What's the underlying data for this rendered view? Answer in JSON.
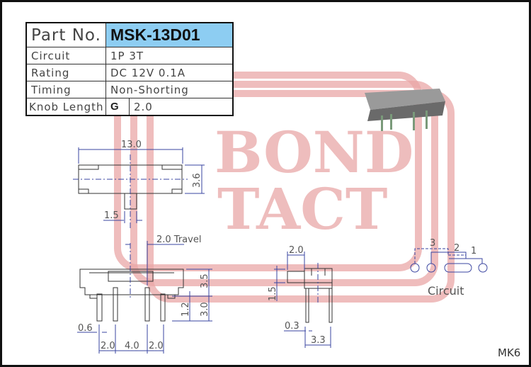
{
  "spec_table": {
    "part_no_label": "Part No.",
    "part_no": "MSK-13D01",
    "rows": [
      {
        "label": "Circuit",
        "value": "1P 3T"
      },
      {
        "label": "Rating",
        "value": "DC 12V 0.1A"
      },
      {
        "label": "Timing",
        "value": "Non-Shorting"
      }
    ],
    "knob_label": "Knob Length",
    "knob_code": "G",
    "knob_value": "2.0"
  },
  "watermark": {
    "line1": "BOND",
    "line2": "TACT"
  },
  "dimensions": {
    "top_width": "13.0",
    "top_height": "3.6",
    "knob_width": "1.5",
    "travel": "2.0 Travel",
    "body_height": "3.5",
    "pin_length": "3.0",
    "pin_offset": "1.2",
    "pin_width": "0.6",
    "pitch_left": "2.0",
    "pitch_mid": "4.0",
    "pitch_right": "2.0",
    "side_knob": "2.0",
    "side_knob_height": "1.5",
    "side_pin_width": "0.3",
    "side_pin_span": "3.3"
  },
  "circuit": {
    "label": "Circuit",
    "terminals": [
      "3",
      "2",
      "1"
    ]
  },
  "model_code": "MK6",
  "colors": {
    "header_bg": "#8dcdf2",
    "watermark": "#e9a7a7",
    "dimension": "#3a45a0"
  }
}
